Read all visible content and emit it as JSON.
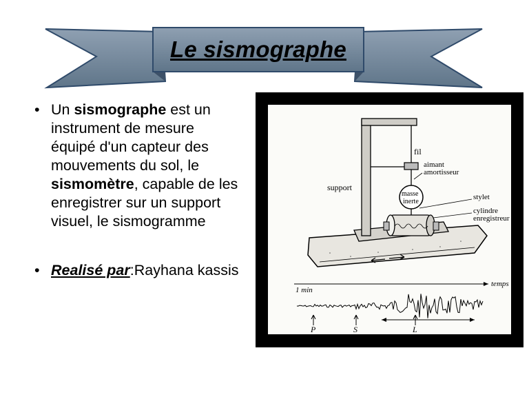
{
  "slide": {
    "title": "Le sismographe",
    "bullet1": {
      "t1": "Un ",
      "t2": "sismographe",
      "t3": " est un instrument de mesure équipé d'un capteur des mouvements du sol, le ",
      "t4": "sismomètre",
      "t5": ", capable de les enregistrer sur un support visuel, le sismogramme"
    },
    "bullet2": {
      "label": "Realisé par",
      "value": ":Rayhana kassis"
    }
  },
  "figure": {
    "labels": {
      "fil": "fil",
      "aimant": "aimant",
      "amortisseur": "amortisseur",
      "support": "support",
      "masse": "masse",
      "inerte": "inerte",
      "stylet": "stylet",
      "cylindre": "cylindre",
      "enregistreur": "enregistreur",
      "min": "1 min",
      "temps": "temps",
      "P": "P",
      "S": "S",
      "L": "L"
    }
  },
  "colors": {
    "banner_fill": "#73879b",
    "banner_stroke": "#2f4a6a",
    "figure_frame": "#000000"
  }
}
